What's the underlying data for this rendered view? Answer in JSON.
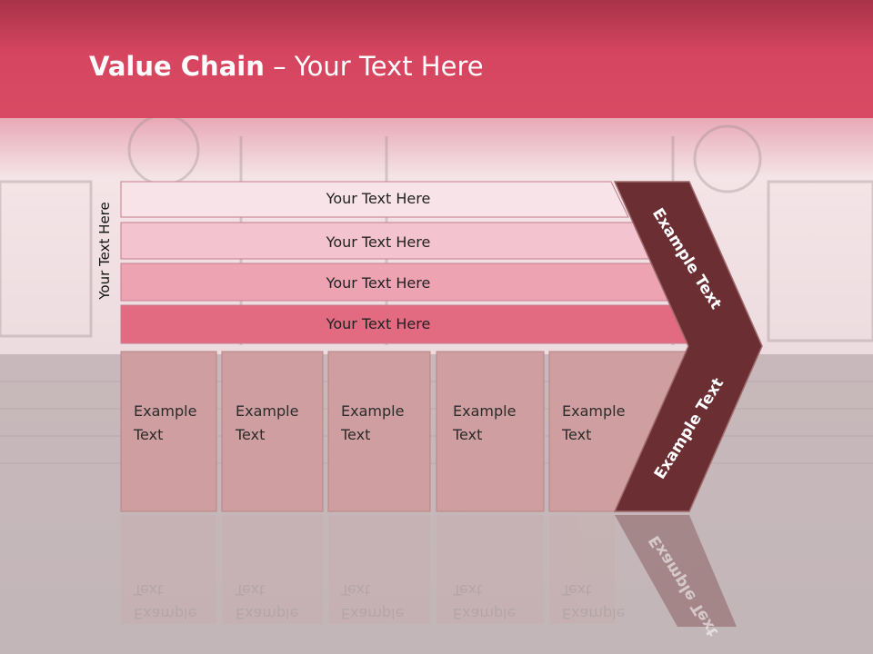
{
  "slide": {
    "title_bold": "Value Chain",
    "title_rest": " – Your Text Here",
    "side_label": "Your Text Here"
  },
  "bars": [
    {
      "label": "Your Text Here",
      "color": "#f8e3e8"
    },
    {
      "label": "Your Text Here",
      "color": "#f3c3cf"
    },
    {
      "label": "Your Text Here",
      "color": "#eea3b3"
    },
    {
      "label": "Your Text Here",
      "color": "#e26b82"
    }
  ],
  "boxes": [
    {
      "line1": "Example",
      "line2": "Text"
    },
    {
      "line1": "Example",
      "line2": "Text"
    },
    {
      "line1": "Example",
      "line2": "Text"
    },
    {
      "line1": "Example",
      "line2": "Text"
    },
    {
      "line1": "Example",
      "line2": "Text"
    }
  ],
  "chevrons": {
    "upper": "Example Text",
    "lower": "Example Text",
    "color": "#6b2e32"
  },
  "colors": {
    "header": "#d6455f",
    "box": "#cf9ea0"
  }
}
